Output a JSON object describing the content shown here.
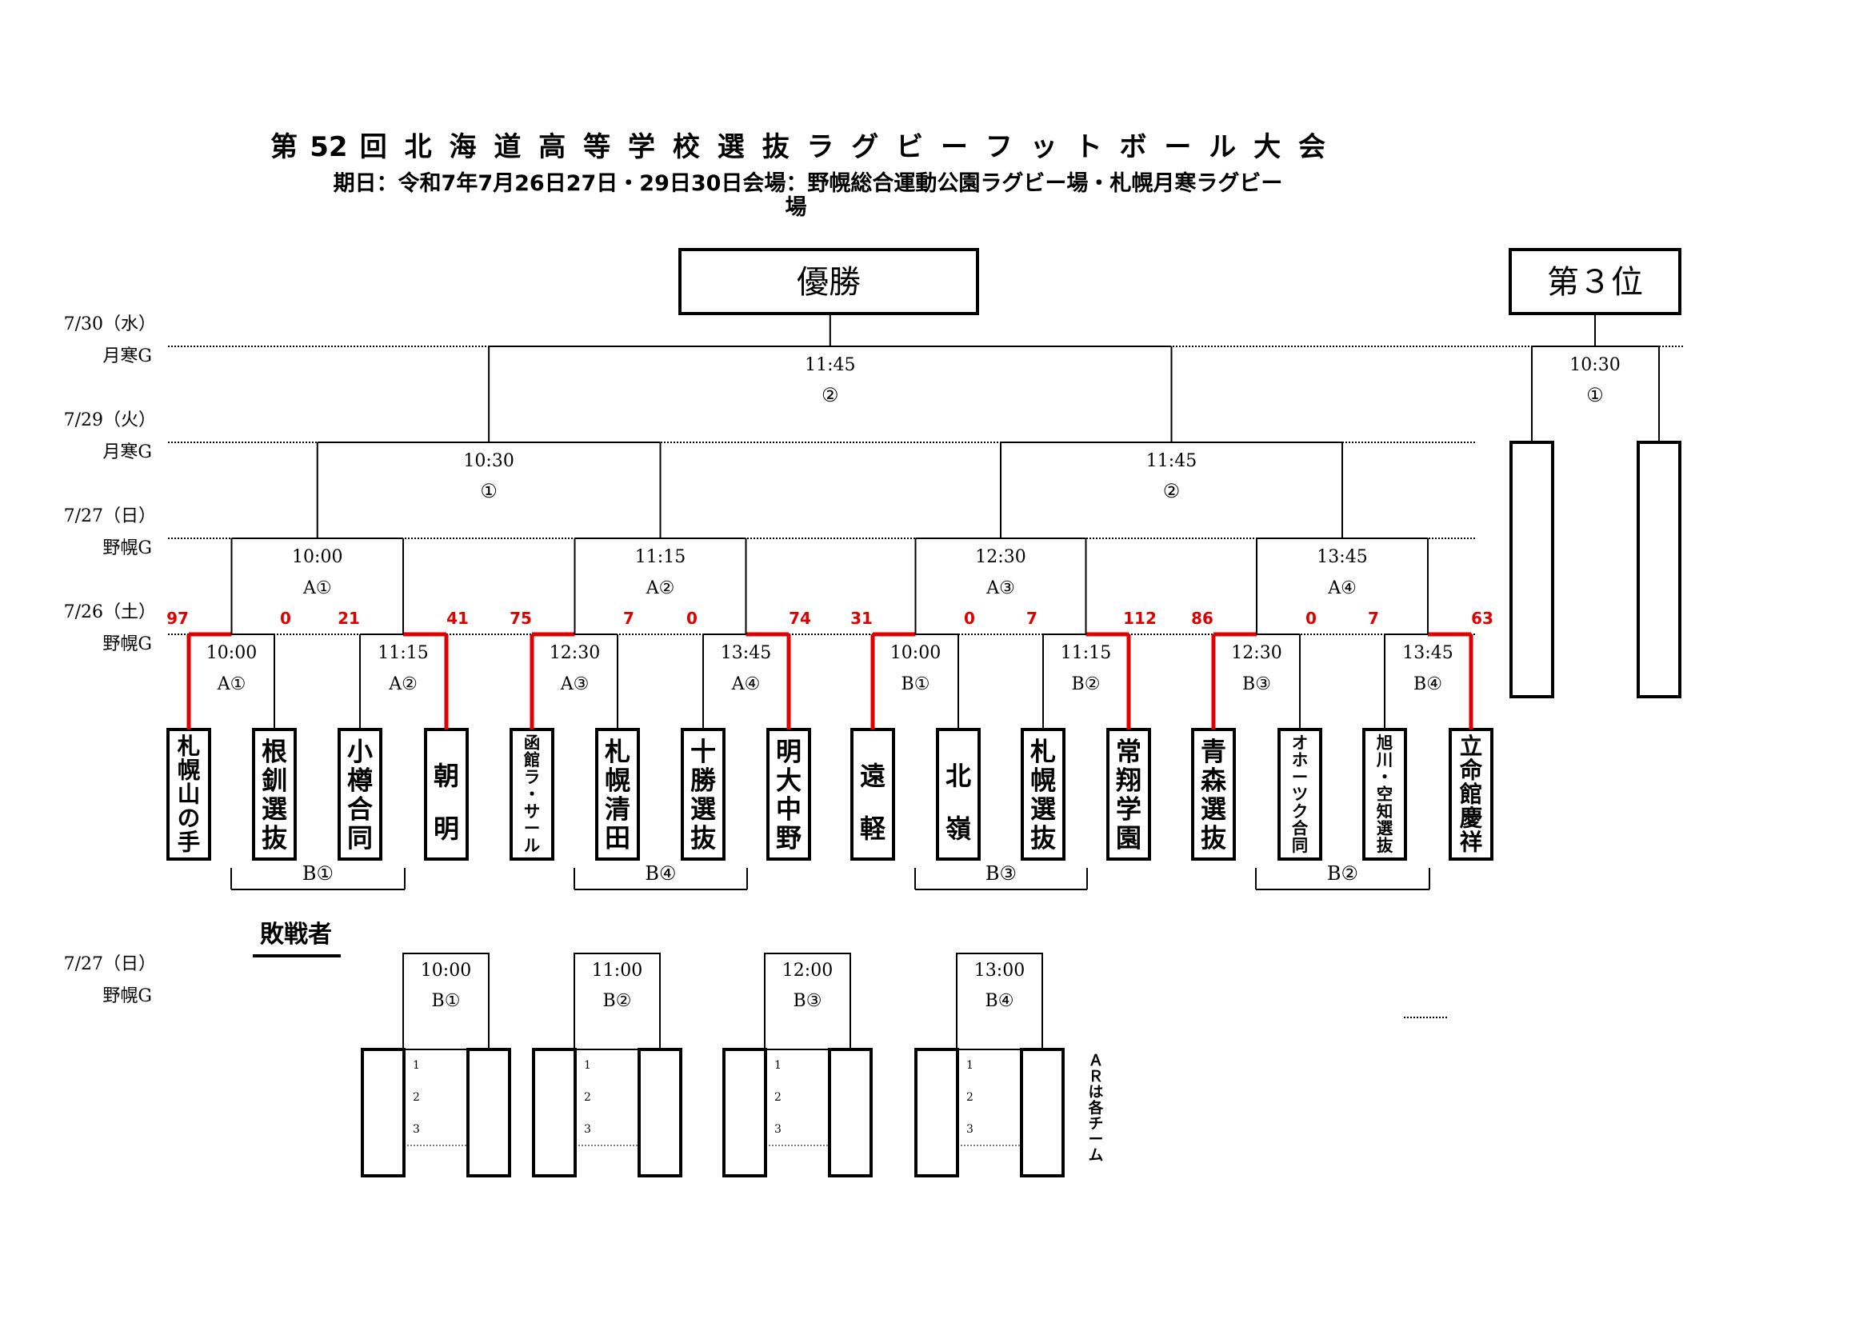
{
  "header": {
    "title_chars": [
      "第",
      "52",
      "回",
      "北",
      "海",
      "道",
      "高",
      "等",
      "学",
      "校",
      "選",
      "抜",
      "ラ",
      "グ",
      "ビ",
      "ー",
      "フ",
      "ッ",
      "ト",
      "ボ",
      "ー",
      "ル",
      "大",
      "会"
    ],
    "subtitle_line1": "期日：令和7年7月26日27日・29日30日会場：野幌総合運動公園ラグビー場・札幌月寒ラグビー",
    "subtitle_line2": "場"
  },
  "champion_label": "優勝",
  "third_label": "第３位",
  "day_labels": [
    {
      "date": "7/30（水）",
      "venue": "月寒G"
    },
    {
      "date": "7/29（火）",
      "venue": "月寒G"
    },
    {
      "date": "7/27（日）",
      "venue": "野幌G"
    },
    {
      "date": "7/26（土）",
      "venue": "野幌G"
    },
    {
      "date": "7/27（日）",
      "venue": "野幌G"
    }
  ],
  "final": {
    "time": "11:45",
    "num": "②"
  },
  "third_match": {
    "time": "10:30",
    "num": "①"
  },
  "semis": [
    {
      "time": "10:30",
      "num": "①"
    },
    {
      "time": "11:45",
      "num": "②"
    }
  ],
  "quarters": [
    {
      "time": "10:00",
      "code": "A①"
    },
    {
      "time": "11:15",
      "code": "A②"
    },
    {
      "time": "12:30",
      "code": "A③"
    },
    {
      "time": "13:45",
      "code": "A④"
    }
  ],
  "round1": [
    {
      "time": "10:00",
      "code": "A①",
      "scores": [
        "97",
        "0"
      ]
    },
    {
      "time": "11:15",
      "code": "A②",
      "scores": [
        "21",
        "41"
      ]
    },
    {
      "time": "12:30",
      "code": "A③",
      "scores": [
        "75",
        "7"
      ]
    },
    {
      "time": "13:45",
      "code": "A④",
      "scores": [
        "0",
        "74"
      ]
    },
    {
      "time": "10:00",
      "code": "B①",
      "scores": [
        "31",
        "0"
      ]
    },
    {
      "time": "11:15",
      "code": "B②",
      "scores": [
        "7",
        "112"
      ]
    },
    {
      "time": "12:30",
      "code": "B③",
      "scores": [
        "86",
        "0"
      ]
    },
    {
      "time": "13:45",
      "code": "B④",
      "scores": [
        "7",
        "63"
      ]
    }
  ],
  "teams": [
    "札幌山の手",
    "根釧選抜",
    "小樽合同",
    "朝明",
    "函館ラ・サール",
    "札幌清田",
    "十勝選抜",
    "明大中野",
    "遠軽",
    "北嶺",
    "札幌選抜",
    "常翔学園",
    "青森選抜",
    "オホーツク合同",
    "旭川・空知選抜",
    "立命館慶祥"
  ],
  "loser_groups": [
    "B①",
    "B④",
    "B③",
    "B②"
  ],
  "losers_label": "敗戦者",
  "losers_matches": [
    {
      "time": "10:00",
      "code": "B①"
    },
    {
      "time": "11:00",
      "code": "B②"
    },
    {
      "time": "12:00",
      "code": "B③"
    },
    {
      "time": "13:00",
      "code": "B④"
    }
  ],
  "rounds_small": [
    "1",
    "2",
    "3"
  ],
  "side_note": "ＡＲは各チーム",
  "winners": [
    0,
    3,
    4,
    7,
    8,
    11,
    12,
    15
  ]
}
